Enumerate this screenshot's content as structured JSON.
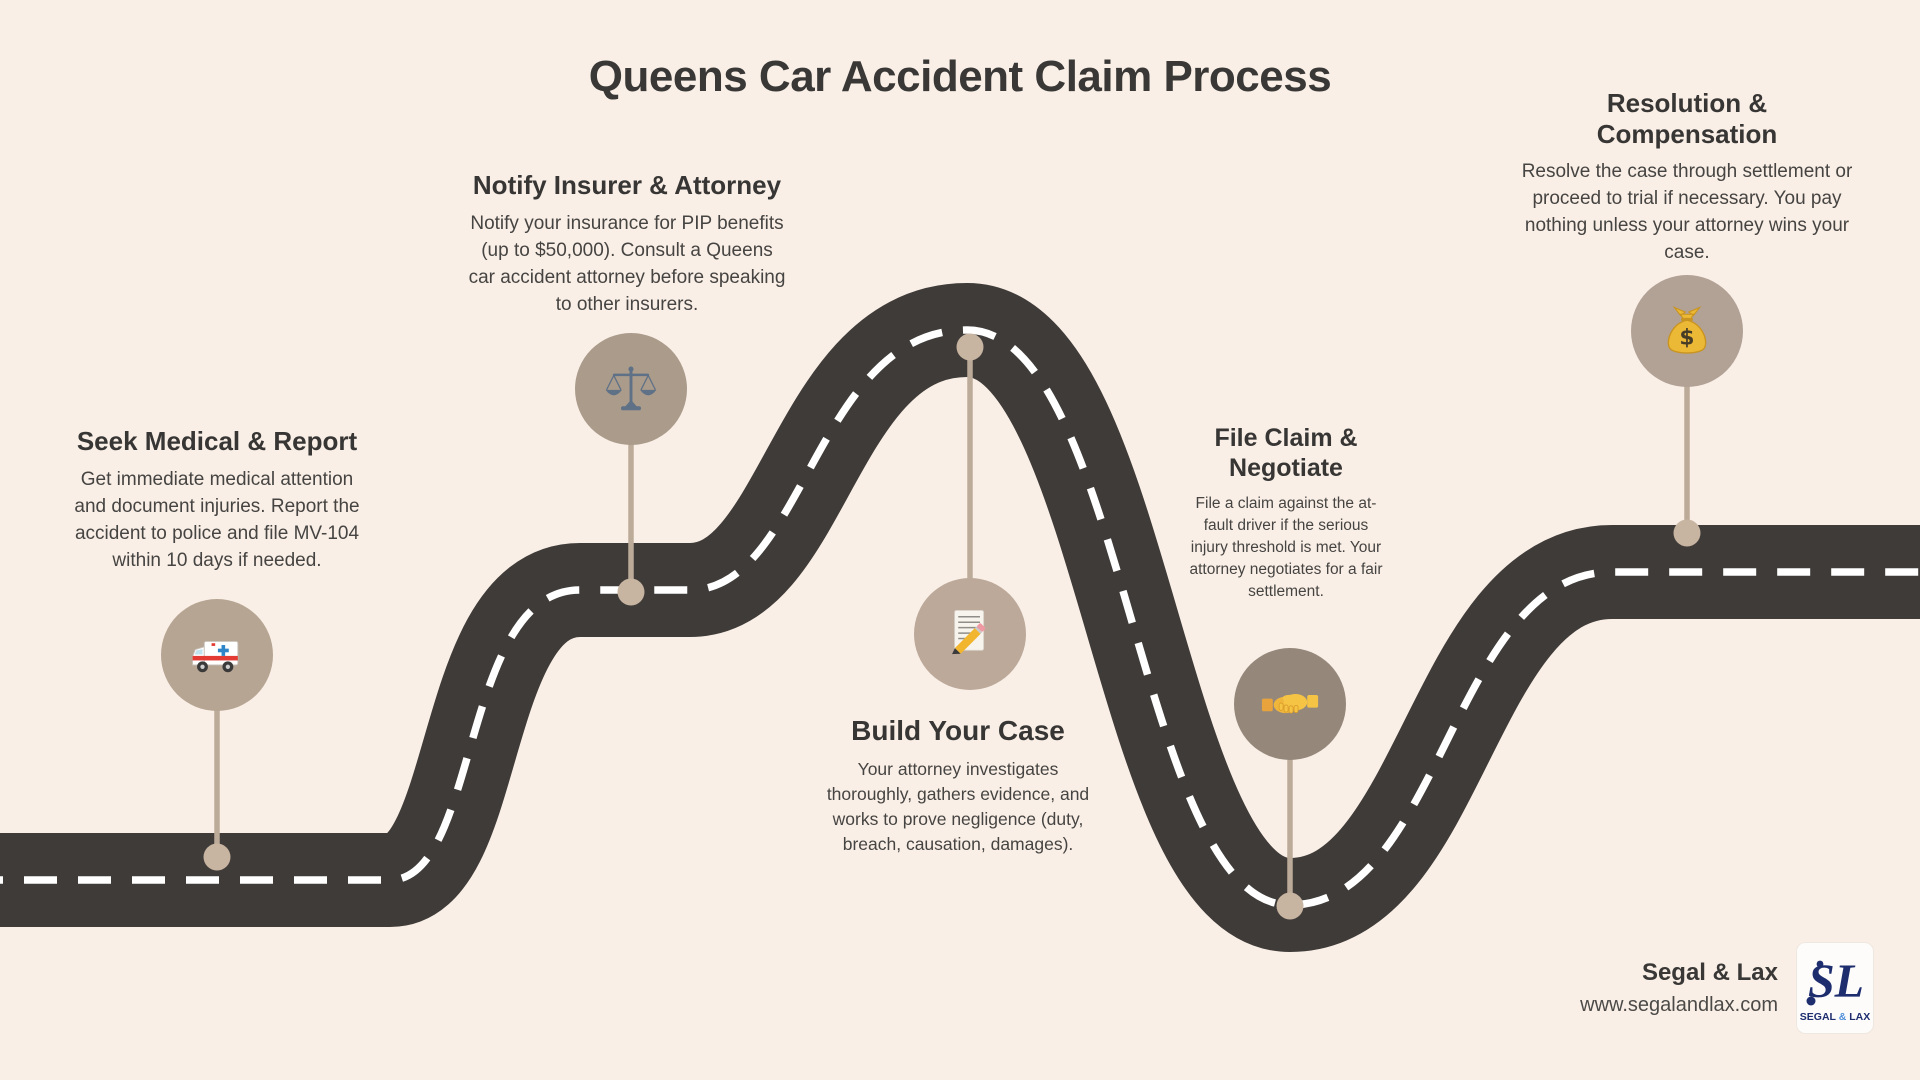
{
  "title": "Queens Car Accident Claim Process",
  "steps": [
    {
      "title": "Seek Medical & Report",
      "description": "Get immediate medical attention and document injuries. Report the accident to police and file MV-104 within 10 days if needed.",
      "icon": "ambulance-icon",
      "emoji": "🚑",
      "circle_color": "#b7a593"
    },
    {
      "title": "Notify Insurer & Attorney",
      "description": "Notify your insurance for PIP benefits (up to $50,000). Consult a Queens car accident attorney before speaking to other insurers.",
      "icon": "scales-of-justice-icon",
      "emoji": "⚖️",
      "circle_color": "#aa9b8b"
    },
    {
      "title": "Build Your Case",
      "description": "Your attorney investigates thoroughly, gathers evidence, and works to prove negligence (duty, breach, causation, damages).",
      "icon": "memo-pencil-icon",
      "emoji": "📝",
      "circle_color": "#bca99a"
    },
    {
      "title": "File Claim & Negotiate",
      "description": "File a claim against the at-fault driver if the serious injury threshold is met. Your attorney negotiates for a fair settlement.",
      "icon": "handshake-icon",
      "emoji": "🤝",
      "circle_color": "#95887b"
    },
    {
      "title": "Resolution & Compensation",
      "description": "Resolve the case through settlement or proceed to trial if necessary. You pay nothing unless your attorney wins your case.",
      "icon": "money-bag-icon",
      "emoji": "💰",
      "circle_color": "#b2a195"
    }
  ],
  "footer": {
    "brand": "Segal & Lax",
    "website": "www.segalandlax.com",
    "logo_monogram": "SL",
    "logo_caption_1": "SEGAL ",
    "logo_caption_amp": "&",
    "logo_caption_2": " LAX"
  },
  "colors": {
    "background": "#f9efe6",
    "road": "#3f3b39",
    "road_dash": "#ffffff",
    "connector_line": "#bcab99",
    "connector_dot": "#c7b4a1",
    "heading": "#373635",
    "body_text": "#464442",
    "logo_navy": "#1d2d6e",
    "logo_blue": "#4f8fd9"
  }
}
